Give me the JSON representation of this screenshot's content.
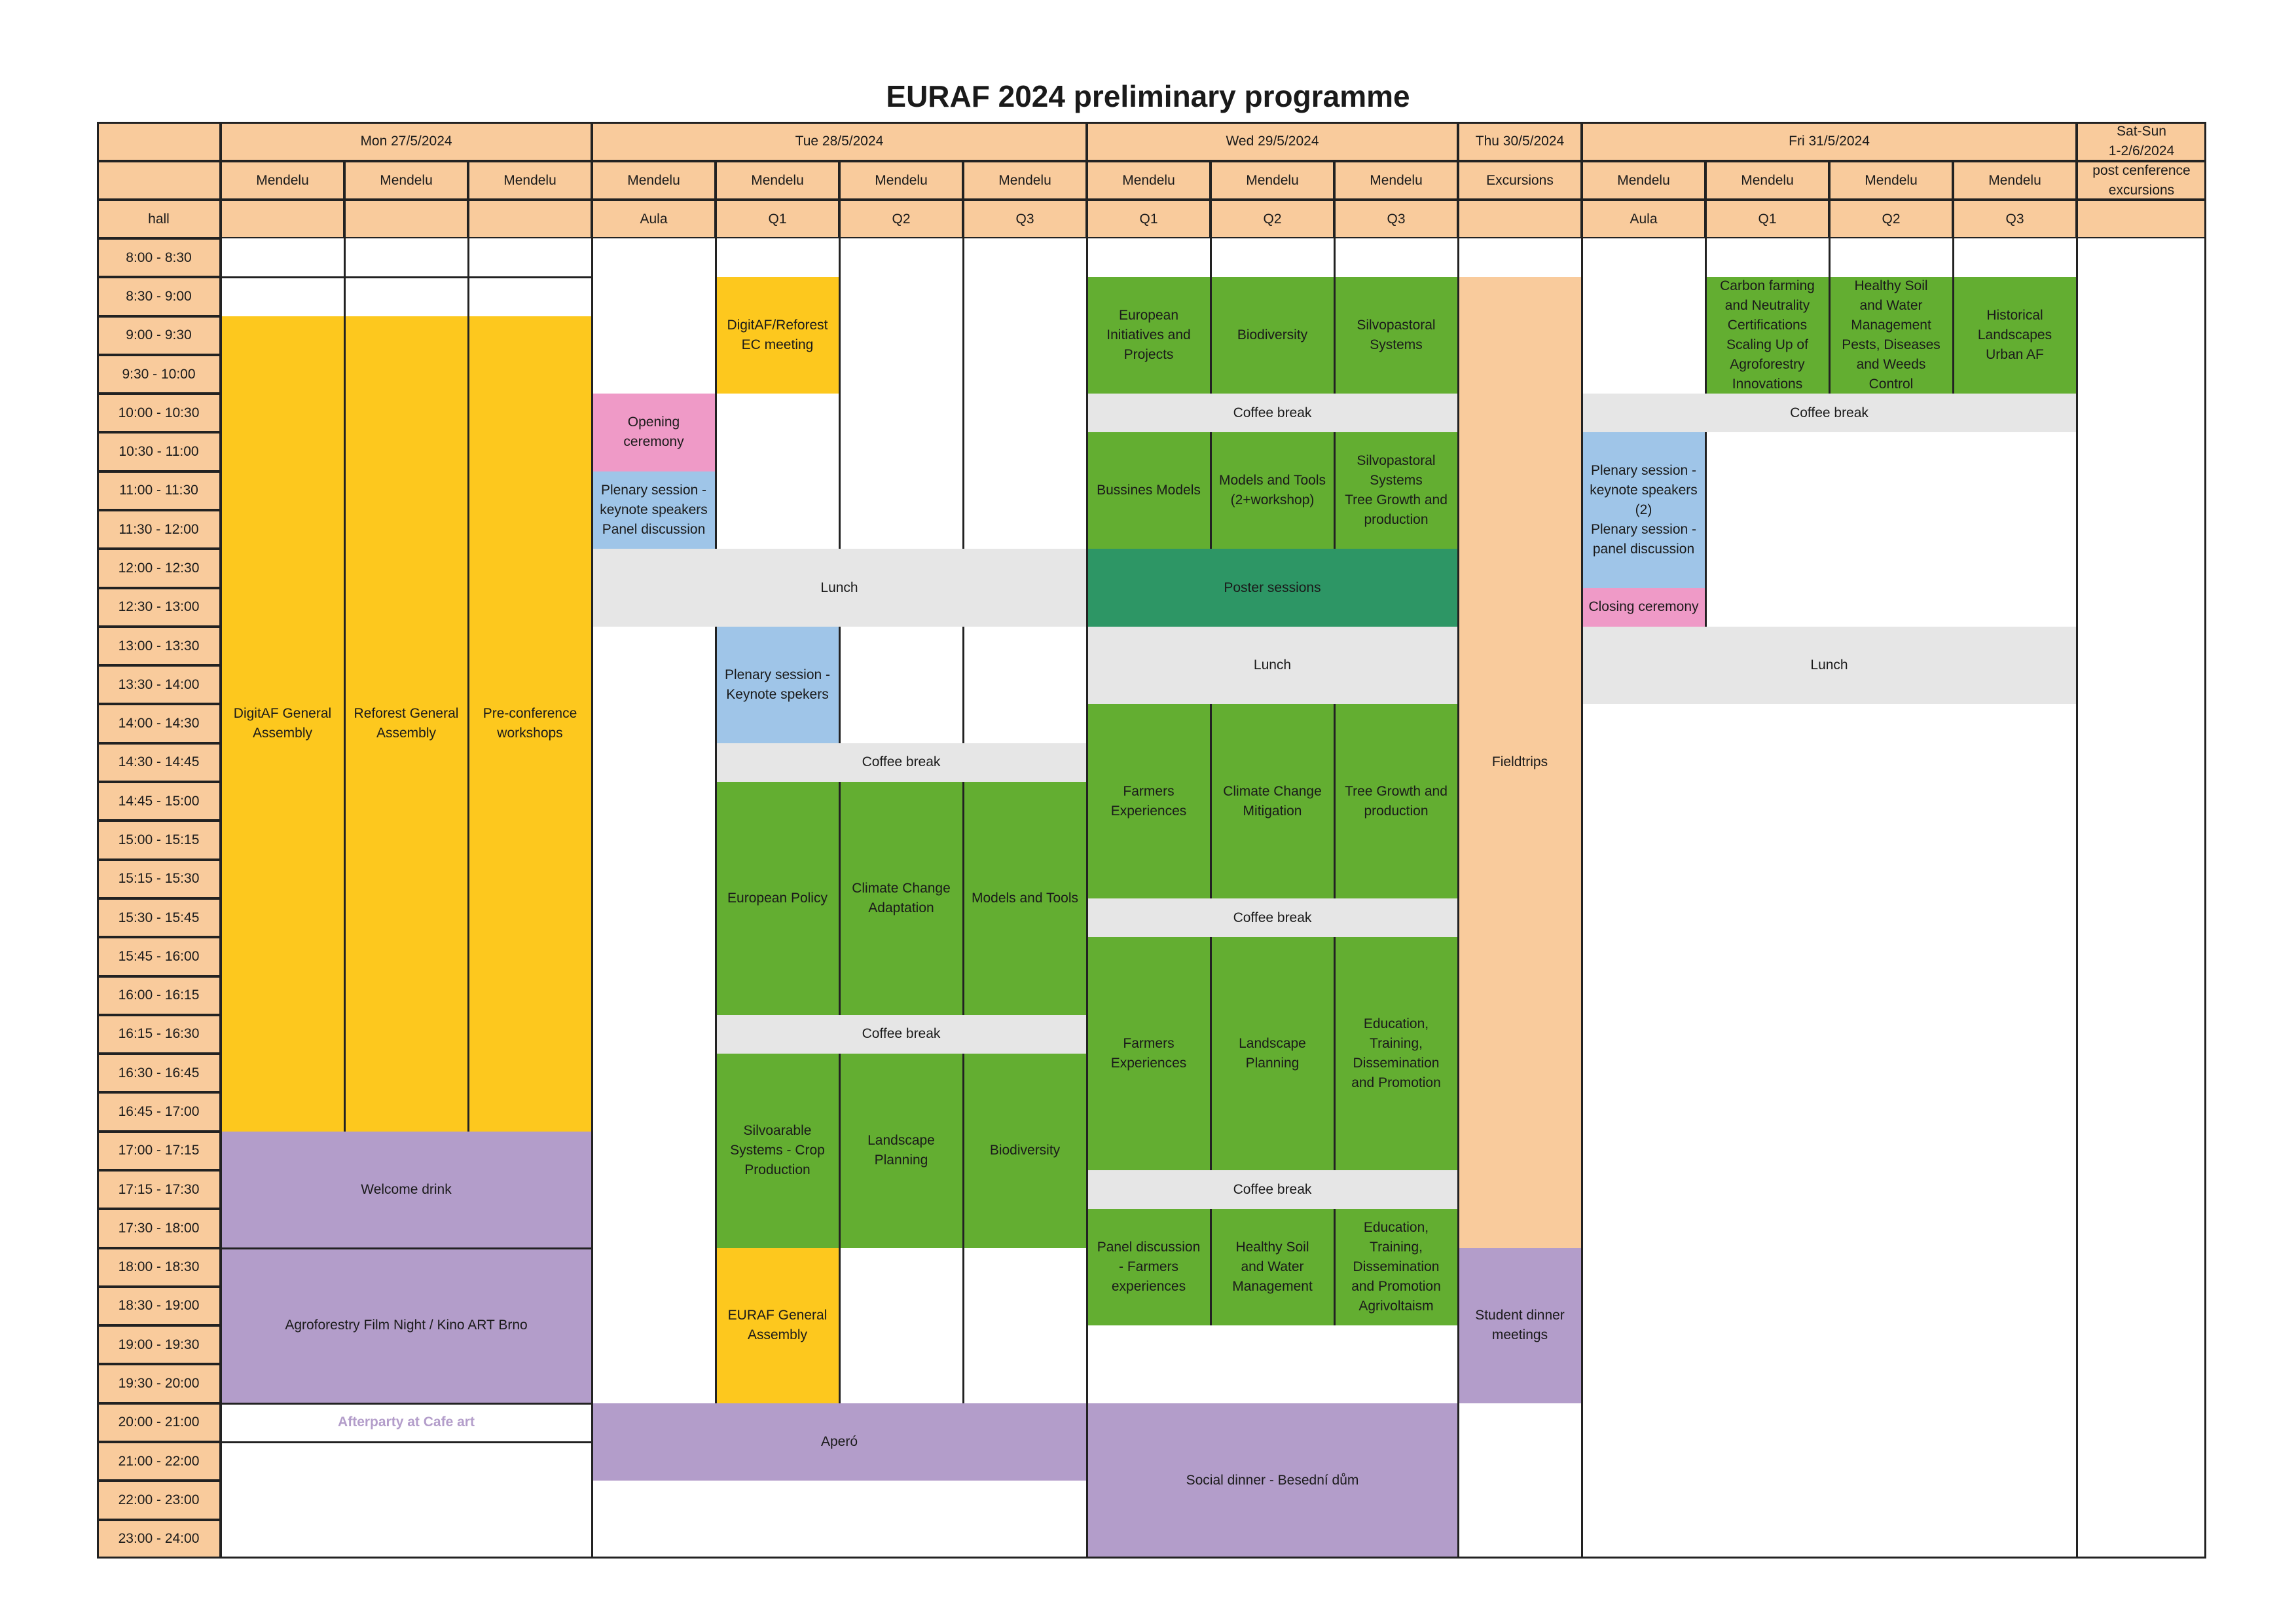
{
  "title": "EURAF 2024 preliminary programme",
  "colors": {
    "header": "#f9cb9c",
    "yellow": "#fdc81e",
    "green": "#63ae31",
    "dark_green": "#2d9665",
    "grey": "#e6e6e6",
    "pink": "#ef9ac7",
    "blue": "#9fc5e8",
    "purple": "#b39dca",
    "peach": "#f9cb9c",
    "white": "#ffffff"
  },
  "days": [
    {
      "label": "Mon 27/5/2024",
      "c0": 1,
      "span": 3
    },
    {
      "label": "Tue 28/5/2024",
      "c0": 4,
      "span": 4
    },
    {
      "label": "Wed 29/5/2024",
      "c0": 8,
      "span": 3
    },
    {
      "label": "Thu 30/5/2024",
      "c0": 11,
      "span": 1
    },
    {
      "label": "Fri 31/5/2024",
      "c0": 12,
      "span": 4
    },
    {
      "label": "Sat-Sun\n1-2/6/2024",
      "c0": 16,
      "span": 1
    }
  ],
  "venues": [
    "",
    "Mendelu",
    "Mendelu",
    "Mendelu",
    "Mendelu",
    "Mendelu",
    "Mendelu",
    "Mendelu",
    "Mendelu",
    "Mendelu",
    "Mendelu",
    "Excursions",
    "Mendelu",
    "Mendelu",
    "Mendelu",
    "Mendelu",
    "post cenference\nexcursions"
  ],
  "halls": [
    "hall",
    "",
    "",
    "",
    "Aula",
    "Q1",
    "Q2",
    "Q3",
    "Q1",
    "Q2",
    "Q3",
    "",
    "Aula",
    "Q1",
    "Q2",
    "Q3",
    ""
  ],
  "times": [
    "8:00 - 8:30",
    "8:30 - 9:00",
    "9:00 - 9:30",
    "9:30 - 10:00",
    "10:00 - 10:30",
    "10:30 - 11:00",
    "11:00 - 11:30",
    "11:30 - 12:00",
    "12:00 - 12:30",
    "12:30 - 13:00",
    "13:00 - 13:30",
    "13:30 - 14:00",
    "14:00 - 14:30",
    "14:30 - 14:45",
    "14:45 - 15:00",
    "15:00 - 15:15",
    "15:15 - 15:30",
    "15:30 - 15:45",
    "15:45 - 16:00",
    "16:00 - 16:15",
    "16:15 - 16:30",
    "16:30 - 16:45",
    "16:45 - 17:00",
    "17:00 - 17:15",
    "17:15 - 17:30",
    "17:30 - 18:00",
    "18:00 - 18:30",
    "18:30 - 19:00",
    "19:00 - 19:30",
    "19:30 - 20:00",
    "20:00 - 21:00",
    "21:00 - 22:00",
    "22:00 - 23:00",
    "23:00 - 24:00"
  ],
  "events": [
    {
      "label": "DigitAF General\nAssembly",
      "color": "yellow",
      "c0": 1,
      "c1": 2,
      "r0": 2,
      "r1": 23
    },
    {
      "label": "Reforest General\nAssembly",
      "color": "yellow",
      "c0": 2,
      "c1": 3,
      "r0": 2,
      "r1": 23
    },
    {
      "label": "Pre-conference\nworkshops",
      "color": "yellow",
      "c0": 3,
      "c1": 4,
      "r0": 2,
      "r1": 23
    },
    {
      "label": "Welcome drink",
      "color": "purple",
      "c0": 1,
      "c1": 4,
      "r0": 23,
      "r1": 26
    },
    {
      "label": "Agroforestry Film Night / Kino ART Brno",
      "color": "purple",
      "c0": 1,
      "c1": 4,
      "r0": 26,
      "r1": 30
    },
    {
      "label": "Afterparty at Cafe art",
      "color": "white",
      "text_color": "#b39dca",
      "bold": true,
      "c0": 1,
      "c1": 4,
      "r0": 30,
      "r1": 31
    },
    {
      "label": "DigitAF/Reforest\nEC meeting",
      "color": "yellow",
      "c0": 5,
      "c1": 6,
      "r0": 1,
      "r1": 4
    },
    {
      "label": "Opening\nceremony",
      "color": "pink",
      "c0": 4,
      "c1": 5,
      "r0": 4,
      "r1": 6
    },
    {
      "label": "Plenary session -\nkeynote speakers\nPanel discussion",
      "color": "blue",
      "c0": 4,
      "c1": 5,
      "r0": 6,
      "r1": 8
    },
    {
      "label": "Lunch",
      "color": "grey",
      "c0": 4,
      "c1": 8,
      "r0": 8,
      "r1": 10
    },
    {
      "label": "Plenary session -\nKeynote spekers",
      "color": "blue",
      "c0": 5,
      "c1": 6,
      "r0": 10,
      "r1": 13
    },
    {
      "label": "Coffee break",
      "color": "grey",
      "c0": 5,
      "c1": 8,
      "r0": 13,
      "r1": 14
    },
    {
      "label": "European Policy",
      "color": "green",
      "c0": 5,
      "c1": 6,
      "r0": 14,
      "r1": 20
    },
    {
      "label": "Climate Change\nAdaptation",
      "color": "green",
      "c0": 6,
      "c1": 7,
      "r0": 14,
      "r1": 20
    },
    {
      "label": "Models and Tools",
      "color": "green",
      "c0": 7,
      "c1": 8,
      "r0": 14,
      "r1": 20
    },
    {
      "label": "Coffee break",
      "color": "grey",
      "c0": 5,
      "c1": 8,
      "r0": 20,
      "r1": 21
    },
    {
      "label": "Silvoarable\nSystems - Crop\nProduction",
      "color": "green",
      "c0": 5,
      "c1": 6,
      "r0": 21,
      "r1": 26
    },
    {
      "label": "Landscape\nPlanning",
      "color": "green",
      "c0": 6,
      "c1": 7,
      "r0": 21,
      "r1": 26
    },
    {
      "label": "Biodiversity",
      "color": "green",
      "c0": 7,
      "c1": 8,
      "r0": 21,
      "r1": 26
    },
    {
      "label": "EURAF General\nAssembly",
      "color": "yellow",
      "c0": 5,
      "c1": 6,
      "r0": 26,
      "r1": 30
    },
    {
      "label": "Aperó",
      "color": "purple",
      "c0": 4,
      "c1": 8,
      "r0": 30,
      "r1": 32
    },
    {
      "label": "European\nInitiatives and\nProjects",
      "color": "green",
      "c0": 8,
      "c1": 9,
      "r0": 1,
      "r1": 4
    },
    {
      "label": "Biodiversity",
      "color": "green",
      "c0": 9,
      "c1": 10,
      "r0": 1,
      "r1": 4
    },
    {
      "label": "Silvopastoral\nSystems",
      "color": "green",
      "c0": 10,
      "c1": 11,
      "r0": 1,
      "r1": 4
    },
    {
      "label": "Coffee break",
      "color": "grey",
      "c0": 8,
      "c1": 11,
      "r0": 4,
      "r1": 5
    },
    {
      "label": "Bussines Models",
      "color": "green",
      "c0": 8,
      "c1": 9,
      "r0": 5,
      "r1": 8
    },
    {
      "label": "Models and Tools\n(2+workshop)",
      "color": "green",
      "c0": 9,
      "c1": 10,
      "r0": 5,
      "r1": 8
    },
    {
      "label": "Silvopastoral\nSystems\nTree Growth and\nproduction",
      "color": "green",
      "c0": 10,
      "c1": 11,
      "r0": 5,
      "r1": 8
    },
    {
      "label": "Poster sessions",
      "color": "dark_green",
      "c0": 8,
      "c1": 11,
      "r0": 8,
      "r1": 10
    },
    {
      "label": "Lunch",
      "color": "grey",
      "c0": 8,
      "c1": 11,
      "r0": 10,
      "r1": 12
    },
    {
      "label": "Farmers\nExperiences",
      "color": "green",
      "c0": 8,
      "c1": 9,
      "r0": 12,
      "r1": 17
    },
    {
      "label": "Climate Change\nMitigation",
      "color": "green",
      "c0": 9,
      "c1": 10,
      "r0": 12,
      "r1": 17
    },
    {
      "label": "Tree Growth and\nproduction",
      "color": "green",
      "c0": 10,
      "c1": 11,
      "r0": 12,
      "r1": 17
    },
    {
      "label": "Coffee break",
      "color": "grey",
      "c0": 8,
      "c1": 11,
      "r0": 17,
      "r1": 18
    },
    {
      "label": "Farmers\nExperiences",
      "color": "green",
      "c0": 8,
      "c1": 9,
      "r0": 18,
      "r1": 24
    },
    {
      "label": "Landscape\nPlanning",
      "color": "green",
      "c0": 9,
      "c1": 10,
      "r0": 18,
      "r1": 24
    },
    {
      "label": "Education,\nTraining,\nDissemination\nand Promotion",
      "color": "green",
      "c0": 10,
      "c1": 11,
      "r0": 18,
      "r1": 24
    },
    {
      "label": "Coffee break",
      "color": "grey",
      "c0": 8,
      "c1": 11,
      "r0": 24,
      "r1": 25
    },
    {
      "label": "Panel discussion\n- Farmers\nexperiences",
      "color": "green",
      "c0": 8,
      "c1": 9,
      "r0": 25,
      "r1": 28
    },
    {
      "label": "Healthy Soil\nand Water\nManagement",
      "color": "green",
      "c0": 9,
      "c1": 10,
      "r0": 25,
      "r1": 28
    },
    {
      "label": "Education,\nTraining,\nDissemination\nand Promotion\nAgrivoltaism",
      "color": "green",
      "c0": 10,
      "c1": 11,
      "r0": 25,
      "r1": 28
    },
    {
      "label": "Social dinner - Besední dům",
      "color": "purple",
      "c0": 8,
      "c1": 11,
      "r0": 30,
      "r1": 34
    },
    {
      "label": "Fieldtrips",
      "color": "peach",
      "c0": 11,
      "c1": 12,
      "r0": 1,
      "r1": 26
    },
    {
      "label": "Student dinner\nmeetings",
      "color": "purple",
      "c0": 11,
      "c1": 12,
      "r0": 26,
      "r1": 30
    },
    {
      "label": "Carbon farming\nand Neutrality\nCertifications\nScaling Up of\nAgroforestry\nInnovations",
      "color": "green",
      "c0": 13,
      "c1": 14,
      "r0": 1,
      "r1": 4
    },
    {
      "label": "Healthy Soil\nand Water\nManagement\nPests, Diseases\nand Weeds\nControl",
      "color": "green",
      "c0": 14,
      "c1": 15,
      "r0": 1,
      "r1": 4
    },
    {
      "label": "Historical\nLandscapes\nUrban AF",
      "color": "green",
      "c0": 15,
      "c1": 16,
      "r0": 1,
      "r1": 4
    },
    {
      "label": "Coffee break",
      "color": "grey",
      "c0": 12,
      "c1": 16,
      "r0": 4,
      "r1": 5
    },
    {
      "label": "Plenary session -\nkeynote speakers\n(2)\nPlenary session -\npanel discussion",
      "color": "blue",
      "c0": 12,
      "c1": 13,
      "r0": 5,
      "r1": 9
    },
    {
      "label": "Closing ceremony",
      "color": "pink",
      "c0": 12,
      "c1": 13,
      "r0": 9,
      "r1": 10
    },
    {
      "label": "Lunch",
      "color": "grey",
      "c0": 12,
      "c1": 16,
      "r0": 10,
      "r1": 12
    }
  ],
  "borders_v": [
    {
      "c": 2,
      "r0": 0,
      "r1": 23
    },
    {
      "c": 3,
      "r0": 0,
      "r1": 23
    },
    {
      "c": 5,
      "r0": 0,
      "r1": 8
    },
    {
      "c": 5,
      "r0": 10,
      "r1": 30
    },
    {
      "c": 6,
      "r0": 0,
      "r1": 8
    },
    {
      "c": 6,
      "r0": 10,
      "r1": 13
    },
    {
      "c": 6,
      "r0": 14,
      "r1": 20
    },
    {
      "c": 6,
      "r0": 21,
      "r1": 30
    },
    {
      "c": 7,
      "r0": 0,
      "r1": 8
    },
    {
      "c": 7,
      "r0": 10,
      "r1": 13
    },
    {
      "c": 7,
      "r0": 14,
      "r1": 20
    },
    {
      "c": 7,
      "r0": 21,
      "r1": 30
    },
    {
      "c": 9,
      "r0": 0,
      "r1": 4
    },
    {
      "c": 9,
      "r0": 5,
      "r1": 8
    },
    {
      "c": 9,
      "r0": 12,
      "r1": 17
    },
    {
      "c": 9,
      "r0": 18,
      "r1": 24
    },
    {
      "c": 9,
      "r0": 25,
      "r1": 28
    },
    {
      "c": 10,
      "r0": 0,
      "r1": 4
    },
    {
      "c": 10,
      "r0": 5,
      "r1": 8
    },
    {
      "c": 10,
      "r0": 12,
      "r1": 17
    },
    {
      "c": 10,
      "r0": 18,
      "r1": 24
    },
    {
      "c": 10,
      "r0": 25,
      "r1": 28
    },
    {
      "c": 13,
      "r0": 0,
      "r1": 4
    },
    {
      "c": 13,
      "r0": 5,
      "r1": 10
    },
    {
      "c": 14,
      "r0": 0,
      "r1": 4
    },
    {
      "c": 15,
      "r0": 0,
      "r1": 4
    }
  ],
  "borders_v_full": [
    1,
    4,
    8,
    11,
    12,
    16
  ],
  "borders_h": [
    {
      "r": 1,
      "c0": 1,
      "c1": 4
    },
    {
      "r": 26,
      "c0": 1,
      "c1": 4
    },
    {
      "r": 30,
      "c0": 1,
      "c1": 4
    },
    {
      "r": 31,
      "c0": 1,
      "c1": 4
    }
  ]
}
